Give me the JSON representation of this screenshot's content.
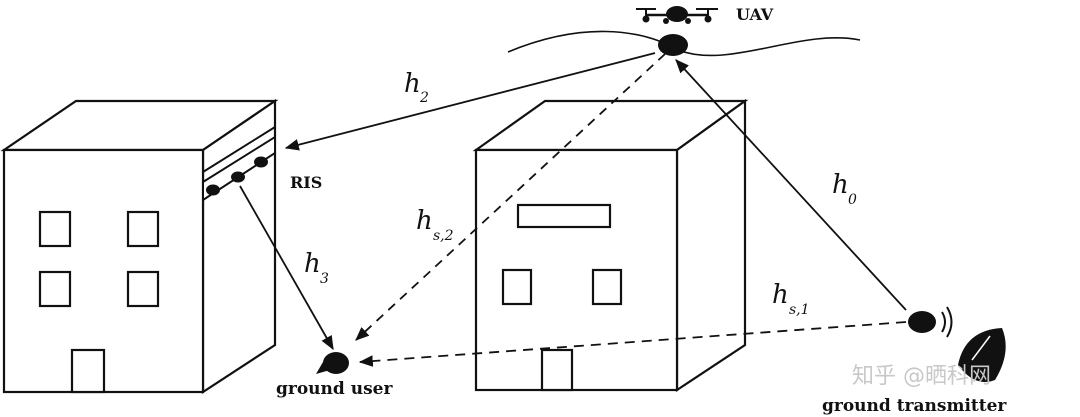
{
  "labels": {
    "uav": "UAV",
    "ris": "RIS",
    "ground_user": "ground user",
    "ground_transmitter": "ground transmitter"
  },
  "channels": {
    "h0": {
      "base": "h",
      "sub": "0"
    },
    "h2": {
      "base": "h",
      "sub": "2"
    },
    "h3": {
      "base": "h",
      "sub": "3"
    },
    "hs1": {
      "base": "h",
      "sub": "s,1"
    },
    "hs2": {
      "base": "h",
      "sub": "s,2"
    }
  },
  "watermark": "知乎 @晒科网",
  "colors": {
    "ink": "#111111",
    "watermark": "#c8c8c8"
  }
}
